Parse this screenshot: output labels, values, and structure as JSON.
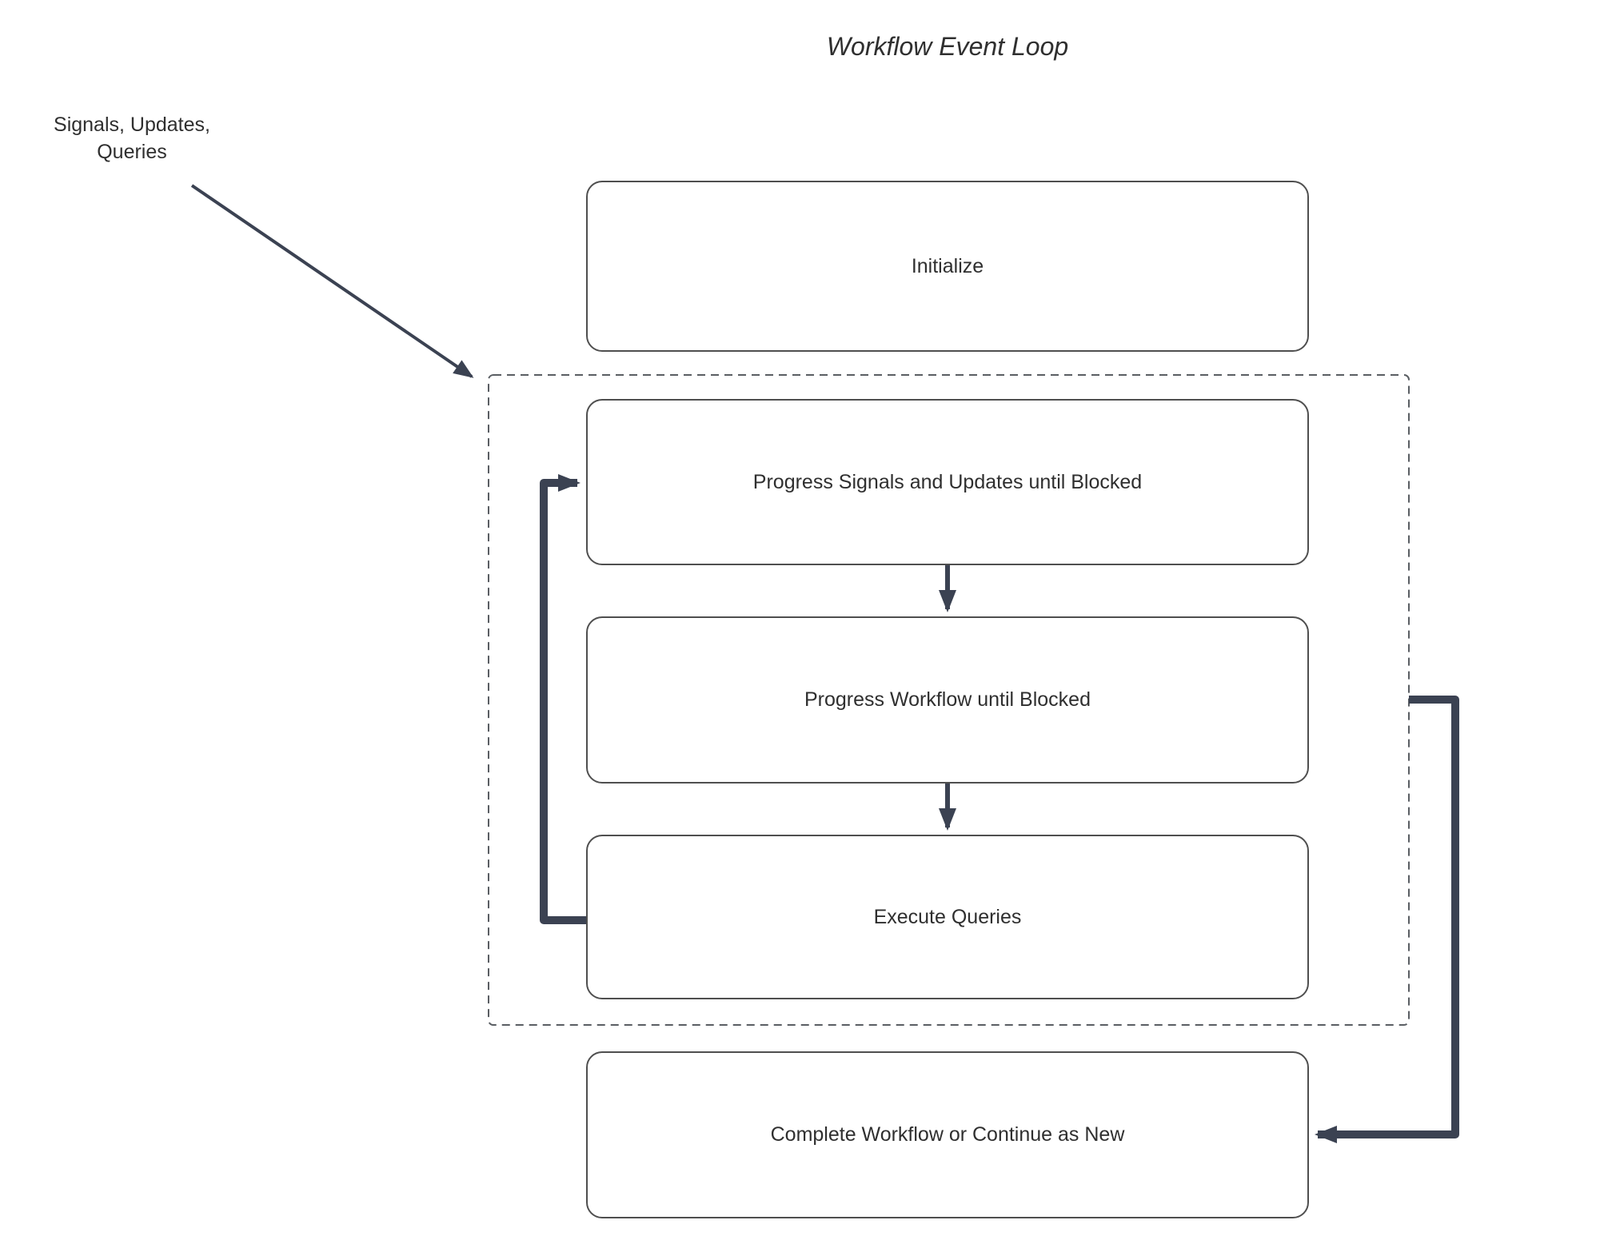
{
  "title": "Workflow Event Loop",
  "annotation": {
    "line1": "Signals, Updates,",
    "line2": "Queries"
  },
  "nodes": {
    "initialize": "Initialize",
    "progress_signals": "Progress Signals and Updates until Blocked",
    "progress_workflow": "Progress Workflow until Blocked",
    "execute_queries": "Execute Queries",
    "complete": "Complete Workflow or Continue as New"
  },
  "colors": {
    "arrow": "#3b4252",
    "border": "#4f4f4f",
    "text": "#2f2f2f",
    "dash": "#5a5e63"
  }
}
